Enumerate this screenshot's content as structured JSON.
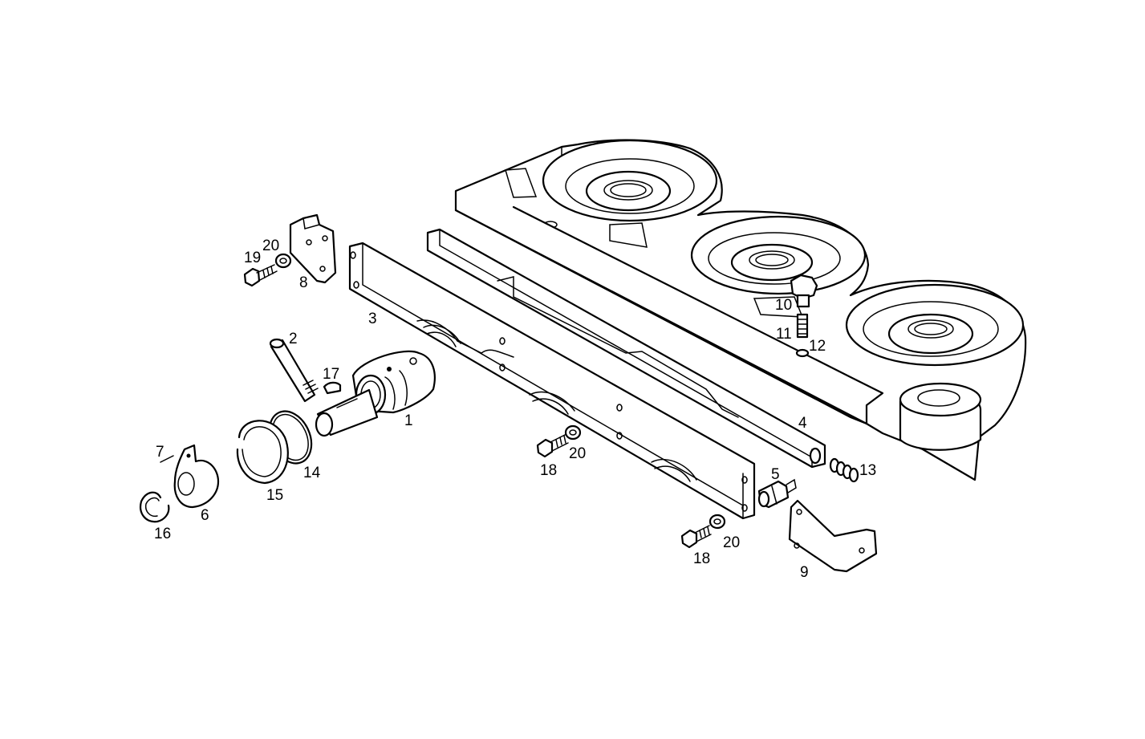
{
  "diagram": {
    "callouts": [
      {
        "id": "c1",
        "label": "1"
      },
      {
        "id": "c2",
        "label": "2"
      },
      {
        "id": "c3",
        "label": "3"
      },
      {
        "id": "c4",
        "label": "4"
      },
      {
        "id": "c5",
        "label": "5"
      },
      {
        "id": "c6",
        "label": "6"
      },
      {
        "id": "c7",
        "label": "7"
      },
      {
        "id": "c8",
        "label": "8"
      },
      {
        "id": "c9",
        "label": "9"
      },
      {
        "id": "c10",
        "label": "10"
      },
      {
        "id": "c11",
        "label": "11"
      },
      {
        "id": "c12",
        "label": "12"
      },
      {
        "id": "c13",
        "label": "13"
      },
      {
        "id": "c14",
        "label": "14"
      },
      {
        "id": "c15",
        "label": "15"
      },
      {
        "id": "c16",
        "label": "16"
      },
      {
        "id": "c17",
        "label": "17"
      },
      {
        "id": "c18a",
        "label": "18"
      },
      {
        "id": "c18b",
        "label": "18"
      },
      {
        "id": "c19",
        "label": "19"
      },
      {
        "id": "c20a",
        "label": "20"
      },
      {
        "id": "c20b",
        "label": "20"
      },
      {
        "id": "c20c",
        "label": "20"
      }
    ]
  }
}
